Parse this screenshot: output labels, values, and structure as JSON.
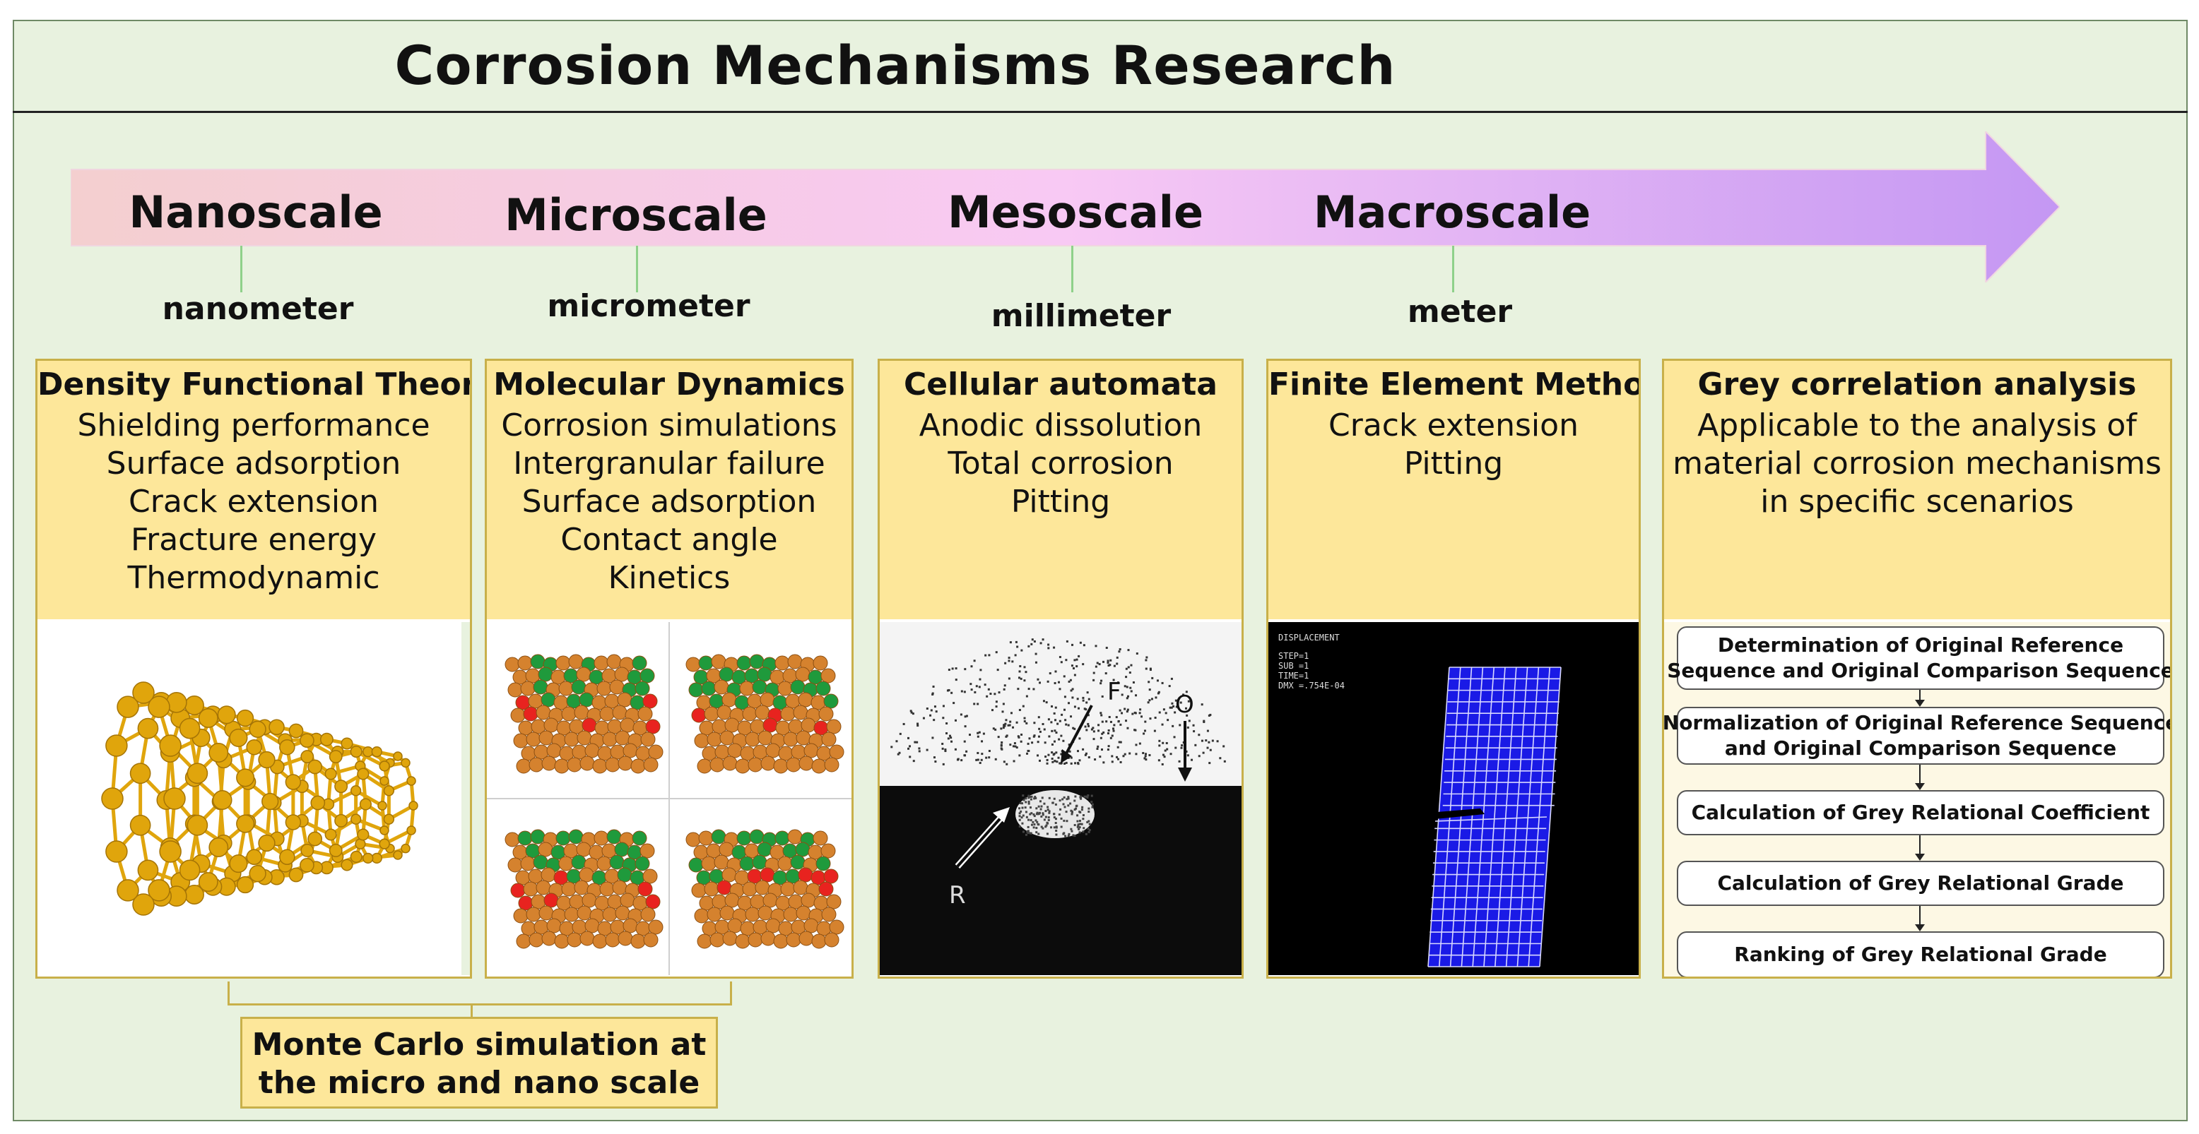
{
  "title": "Corrosion Mechanisms Research",
  "scales": [
    {
      "name": "Nanoscale",
      "unit": "nanometer"
    },
    {
      "name": "Microscale",
      "unit": "micrometer"
    },
    {
      "name": "Mesoscale",
      "unit": "millimeter"
    },
    {
      "name": "Macroscale",
      "unit": "meter"
    }
  ],
  "methods": {
    "dft": {
      "title": "Density Functional Theory",
      "items": [
        "Shielding performance",
        "Surface adsorption",
        "Crack extension",
        "Fracture energy",
        "Thermodynamic"
      ]
    },
    "md": {
      "title": "Molecular Dynamics",
      "items": [
        "Corrosion simulations",
        "Intergranular failure",
        "Surface adsorption",
        "Contact angle",
        "Kinetics"
      ]
    },
    "ca": {
      "title": "Cellular automata",
      "items": [
        "Anodic dissolution",
        "Total corrosion",
        "Pitting"
      ],
      "image_labels": {
        "f": "F",
        "o": "O",
        "r": "R"
      }
    },
    "fem": {
      "title": "Finite Element Method",
      "items": [
        "Crack extension",
        "Pitting"
      ],
      "image_text": [
        "DISPLACEMENT",
        "STEP=1",
        "SUB =1",
        "TIME=1",
        "DMX =.754E-04"
      ]
    },
    "grey": {
      "title": "Grey correlation analysis",
      "description": [
        "Applicable to the analysis of",
        "material corrosion mechanisms",
        "in specific scenarios"
      ],
      "steps": [
        [
          "Determination of Original Reference",
          "Sequence and Original Comparison Sequence"
        ],
        [
          "Normalization of Original Reference Sequence",
          "and Original Comparison Sequence"
        ],
        [
          "Calculation of Grey Relational Coefficient"
        ],
        [
          "Calculation of Grey Relational Grade"
        ],
        [
          "Ranking of Grey Relational Grade"
        ]
      ]
    }
  },
  "monte_carlo": [
    "Monte Carlo simulation at",
    "the micro and nano scale"
  ],
  "colors": {
    "background": "#e8f2df",
    "box_fill": "#fde79a",
    "box_border": "#c8b04a",
    "arrow_start": "#f4cfcf",
    "arrow_mid": "#f8c9f4",
    "arrow_end": "#c497f3",
    "mesh_blue": "#1a1ae6",
    "atom_orange": "#d5822e",
    "atom_green": "#1f9a3c",
    "atom_red": "#e8231f",
    "nanotube_gold": "#e0a50c"
  }
}
